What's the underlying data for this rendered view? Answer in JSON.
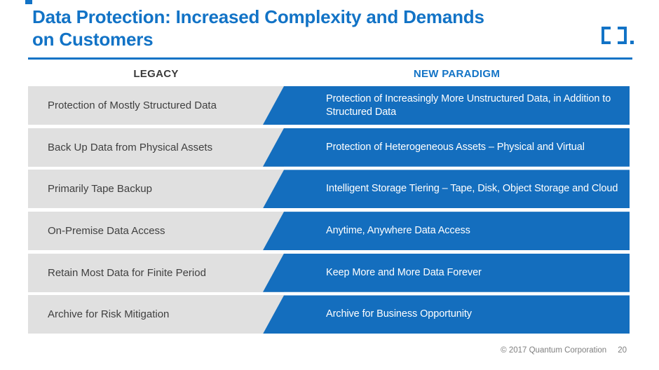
{
  "slide": {
    "title_line1": "Data Protection: Increased Complexity and Demands",
    "title_line2": "on Customers",
    "logo": "quantum-brackets-logo",
    "footer": {
      "copyright": "© 2017 Quantum Corporation",
      "page_number": "20"
    }
  },
  "table": {
    "headers": {
      "legacy": "LEGACY",
      "new_paradigm": "NEW PARADIGM"
    },
    "rows": [
      {
        "legacy": "Protection of Mostly Structured Data",
        "new_paradigm": "Protection of Increasingly More Unstructured Data, in Addition to Structured Data"
      },
      {
        "legacy": "Back Up Data from Physical Assets",
        "new_paradigm": "Protection of Heterogeneous Assets – Physical and Virtual"
      },
      {
        "legacy": "Primarily Tape Backup",
        "new_paradigm": "Intelligent Storage Tiering –  Tape, Disk, Object Storage and Cloud"
      },
      {
        "legacy": "On-Premise Data Access",
        "new_paradigm": "Anytime, Anywhere Data Access"
      },
      {
        "legacy": "Retain Most Data for Finite Period",
        "new_paradigm": "Keep More and More Data Forever"
      },
      {
        "legacy": "Archive for Risk Mitigation",
        "new_paradigm": "Archive for Business Opportunity"
      }
    ]
  },
  "colors": {
    "title_blue": "#1273C6",
    "arrow_blue": "#146EBE",
    "row_gray": "#E0E0E0",
    "legacy_text": "#404040",
    "header_dark": "#3A3A3A",
    "footer_gray": "#7F7F7F"
  }
}
